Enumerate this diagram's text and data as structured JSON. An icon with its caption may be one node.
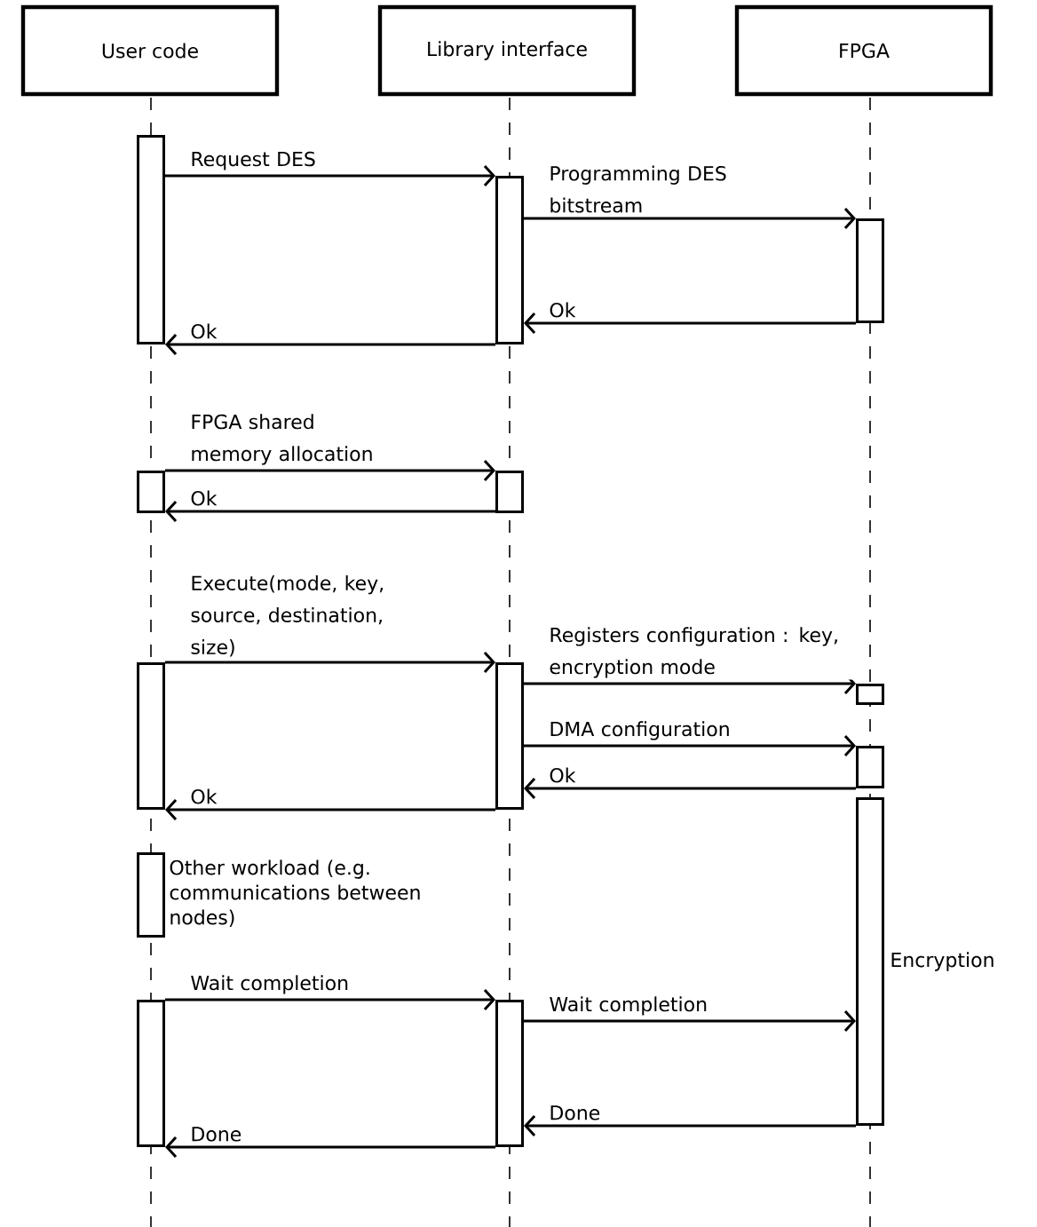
{
  "diagram": {
    "nodes": [
      {
        "text": [
          "User code"
        ]
      },
      {
        "text": [
          "Library interface"
        ]
      },
      {
        "text": [
          "FPGA"
        ]
      },
      {
        "text": [],
        "shape": "bar"
      },
      {
        "text": [],
        "shape": "bar"
      },
      {
        "text": [],
        "shape": "bar"
      },
      {
        "text": [],
        "shape": "bar"
      },
      {
        "text": [],
        "shape": "bar"
      },
      {
        "text": [],
        "shape": "bar"
      },
      {
        "text": [],
        "shape": "bar"
      },
      {
        "text": [],
        "shape": "bar"
      },
      {
        "text": [],
        "shape": "bar"
      },
      {
        "text": [],
        "shape": "bar",
        "beside": [
          "Encryption"
        ]
      },
      {
        "text": [],
        "shape": "bar",
        "beside": [
          "Other workload (e.g. communications between nodes)"
        ]
      },
      {
        "text": [],
        "shape": "bar"
      },
      {
        "text": [],
        "shape": "bar"
      }
    ],
    "edges": [
      {
        "from": 3,
        "to": 4,
        "arrow": "to",
        "label": "Request DES"
      },
      {
        "from": 4,
        "to": 5,
        "arrow": "to",
        "label": "Programming DES bitstream"
      },
      {
        "from": 5,
        "to": 4,
        "arrow": "to",
        "label": "Ok"
      },
      {
        "from": 4,
        "to": 3,
        "arrow": "to",
        "label": "Ok"
      },
      {
        "from": 6,
        "to": 7,
        "arrow": "to",
        "label": "FPGA shared memory allocation"
      },
      {
        "from": 7,
        "to": 6,
        "arrow": "to",
        "label": "Ok"
      },
      {
        "from": 8,
        "to": 9,
        "arrow": "to",
        "label": "Execute(mode, key, source, destination, size)"
      },
      {
        "from": 9,
        "to": 10,
        "arrow": "to",
        "label": "Registers configuration : key, encryption mode"
      },
      {
        "from": 9,
        "to": 11,
        "arrow": "to",
        "label": "DMA configuration"
      },
      {
        "from": 11,
        "to": 9,
        "arrow": "to",
        "label": "Ok"
      },
      {
        "from": 9,
        "to": 8,
        "arrow": "to",
        "label": "Ok"
      },
      {
        "from": 14,
        "to": 15,
        "arrow": "to",
        "label": "Wait completion"
      },
      {
        "from": 15,
        "to": 12,
        "arrow": "to",
        "label": "Wait completion"
      },
      {
        "from": 12,
        "to": 15,
        "arrow": "to",
        "label": "Done"
      },
      {
        "from": 15,
        "to": 14,
        "arrow": "to",
        "label": "Done"
      }
    ]
  }
}
